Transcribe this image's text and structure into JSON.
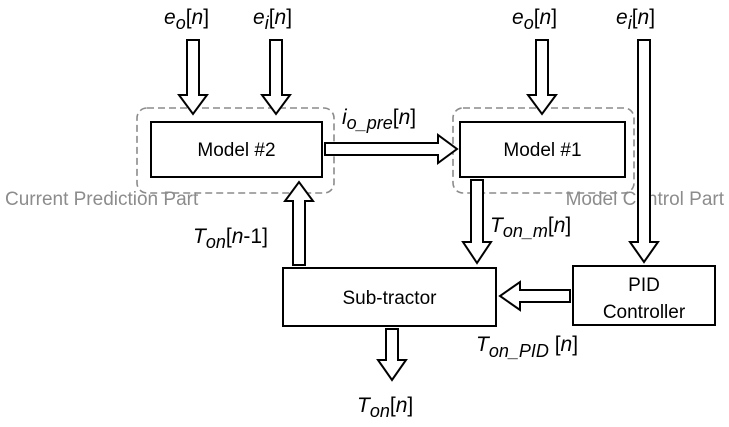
{
  "blocks": {
    "model2": "Model #2",
    "model1": "Model #1",
    "subtractor": "Sub-tractor",
    "pid_line1": "PID",
    "pid_line2": "Controller"
  },
  "parts": {
    "current_prediction": "Current Prediction Part",
    "model_control": "Model Control Part"
  },
  "signals": {
    "eo_left": {
      "var": "e",
      "sub": "o",
      "idx": "[",
      "n": "n",
      "close": "]"
    },
    "ei_left": {
      "var": "e",
      "sub": "i",
      "idx": "[",
      "n": "n",
      "close": "]"
    },
    "eo_right": {
      "var": "e",
      "sub": "o",
      "idx": "[",
      "n": "n",
      "close": "]"
    },
    "ei_right": {
      "var": "e",
      "sub": "i",
      "idx": "[",
      "n": "n",
      "close": "]"
    },
    "io_pre": {
      "var": "i",
      "sub": "o_pre",
      "idx": "[",
      "n": "n",
      "close": "]"
    },
    "ton_prev": {
      "var": "T",
      "sub": "on",
      "idx": "[",
      "n": "n",
      "close": "-1]"
    },
    "ton_m": {
      "var": "T",
      "sub": "on_m",
      "idx": "[",
      "n": "n",
      "close": "]"
    },
    "ton_pid": {
      "var": "T",
      "sub": "on_PID",
      "idx": " [",
      "n": "n",
      "close": "]"
    },
    "ton_out": {
      "var": "T",
      "sub": "on",
      "idx": "[",
      "n": "n",
      "close": "]"
    }
  }
}
